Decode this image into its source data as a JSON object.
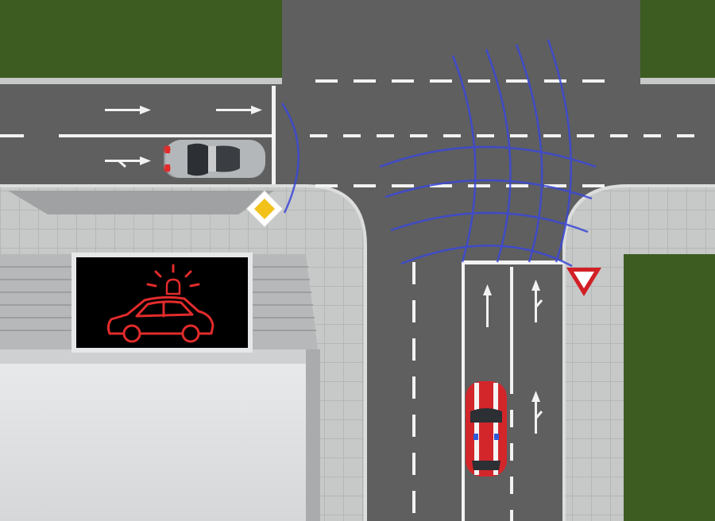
{
  "scene": {
    "type": "intersection-top-view",
    "colors": {
      "asphalt": "#5f5f5f",
      "grass": "#3d5c22",
      "sidewalk": "#c7c9c8",
      "lane_marking": "#f2f2f2",
      "warning_red": "#e32b2b",
      "signal_wave": "#3a48d8",
      "priority_sign_fill": "#f2c21a",
      "silver_car": "#a9acae",
      "fire_car": "#d3262b"
    },
    "icons": {
      "priority_road_sign": "priority-road-sign-icon",
      "yield_sign": "yield-sign-icon",
      "emergency_vehicle_warning": "emergency-vehicle-warning-icon",
      "straight_arrow": "arrow-straight-icon",
      "straight_or_turn_arrow": "arrow-straight-or-turn-icon"
    },
    "vehicles": [
      {
        "role": "ordinary-car",
        "color": "silver",
        "status": "braking"
      },
      {
        "role": "emergency-vehicle",
        "color": "red-white-stripes",
        "status": "blue-lights-on"
      }
    ],
    "warning_display": {
      "background": "#000000",
      "symbol": "emergency-vehicle-warning-icon"
    }
  }
}
